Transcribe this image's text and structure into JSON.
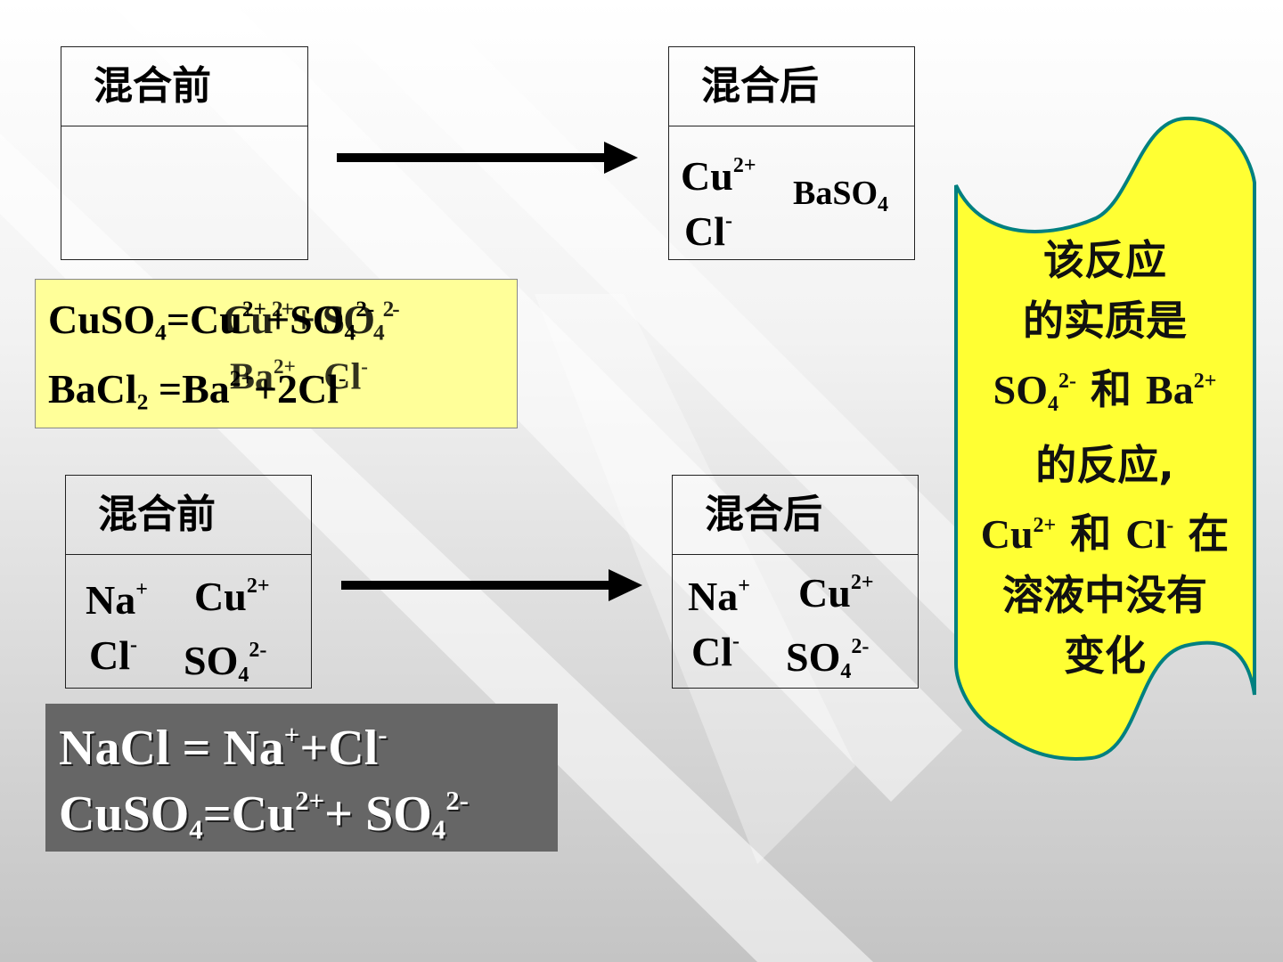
{
  "top": {
    "before_header": "混合前",
    "after_header": "混合后",
    "after_ions": {
      "cu": "Cu",
      "cu_charge": "2+",
      "cl": "Cl",
      "cl_charge": "-",
      "baso4_main": "BaSO",
      "baso4_sub": "4"
    },
    "equations": {
      "line1": {
        "lhs": "CuSO",
        "lhs_sub": "4",
        "eq": "=",
        "cu": "Cu",
        "cu_charge": "2+",
        "plus": "+",
        "so": "SO",
        "so_sub": "4",
        "so_charge": "2-"
      },
      "line2": {
        "lhs": "BaCl",
        "lhs_sub": "2",
        "eq": " =",
        "ba": "Ba",
        "ba_charge": "2+",
        "plus": "+2",
        "cl": "Cl",
        "cl_charge": "-"
      },
      "ghost1": {
        "cu": "Cu",
        "cu_charge": "2+",
        "so": "SO",
        "so_sub": "4",
        "so_charge": "2-"
      },
      "ghost2": {
        "ba": "Ba",
        "ba_charge": "2+",
        "cl": "Cl",
        "cl_charge": "-"
      },
      "bg_color": "#ffff99"
    }
  },
  "bottom": {
    "before_header": "混合前",
    "after_header": "混合后",
    "ions": {
      "na": "Na",
      "na_charge": "+",
      "cu": "Cu",
      "cu_charge": "2+",
      "cl": "Cl",
      "cl_charge": "-",
      "so": "SO",
      "so_sub": "4",
      "so_charge": "2-"
    },
    "equations": {
      "line1": {
        "lhs": "NaCl  = Na",
        "na_charge": "+",
        "plus": "+Cl",
        "cl_charge": "-"
      },
      "line2": {
        "lhs": "CuSO",
        "lhs_sub": "4",
        "eq": "=Cu",
        "cu_charge": "2+",
        "plus": "+ SO",
        "so_sub": "4",
        "so_charge": "2-"
      },
      "bg_color": "#666666"
    }
  },
  "scroll": {
    "line1": "该反应",
    "line2": "的实质是",
    "line3": {
      "so": "SO",
      "so_sub": "4",
      "so_charge": "2-",
      "and": " 和 ",
      "ba": "Ba",
      "ba_charge": "2+"
    },
    "line4": "的反应,",
    "line5": {
      "cu": "Cu",
      "cu_charge": "2+",
      "and": " 和 ",
      "cl": "Cl",
      "cl_charge": "-",
      "at": " 在"
    },
    "line6": "溶液中没有",
    "line7": "变化",
    "fill_color": "#ffff33",
    "border_color": "#008080"
  }
}
